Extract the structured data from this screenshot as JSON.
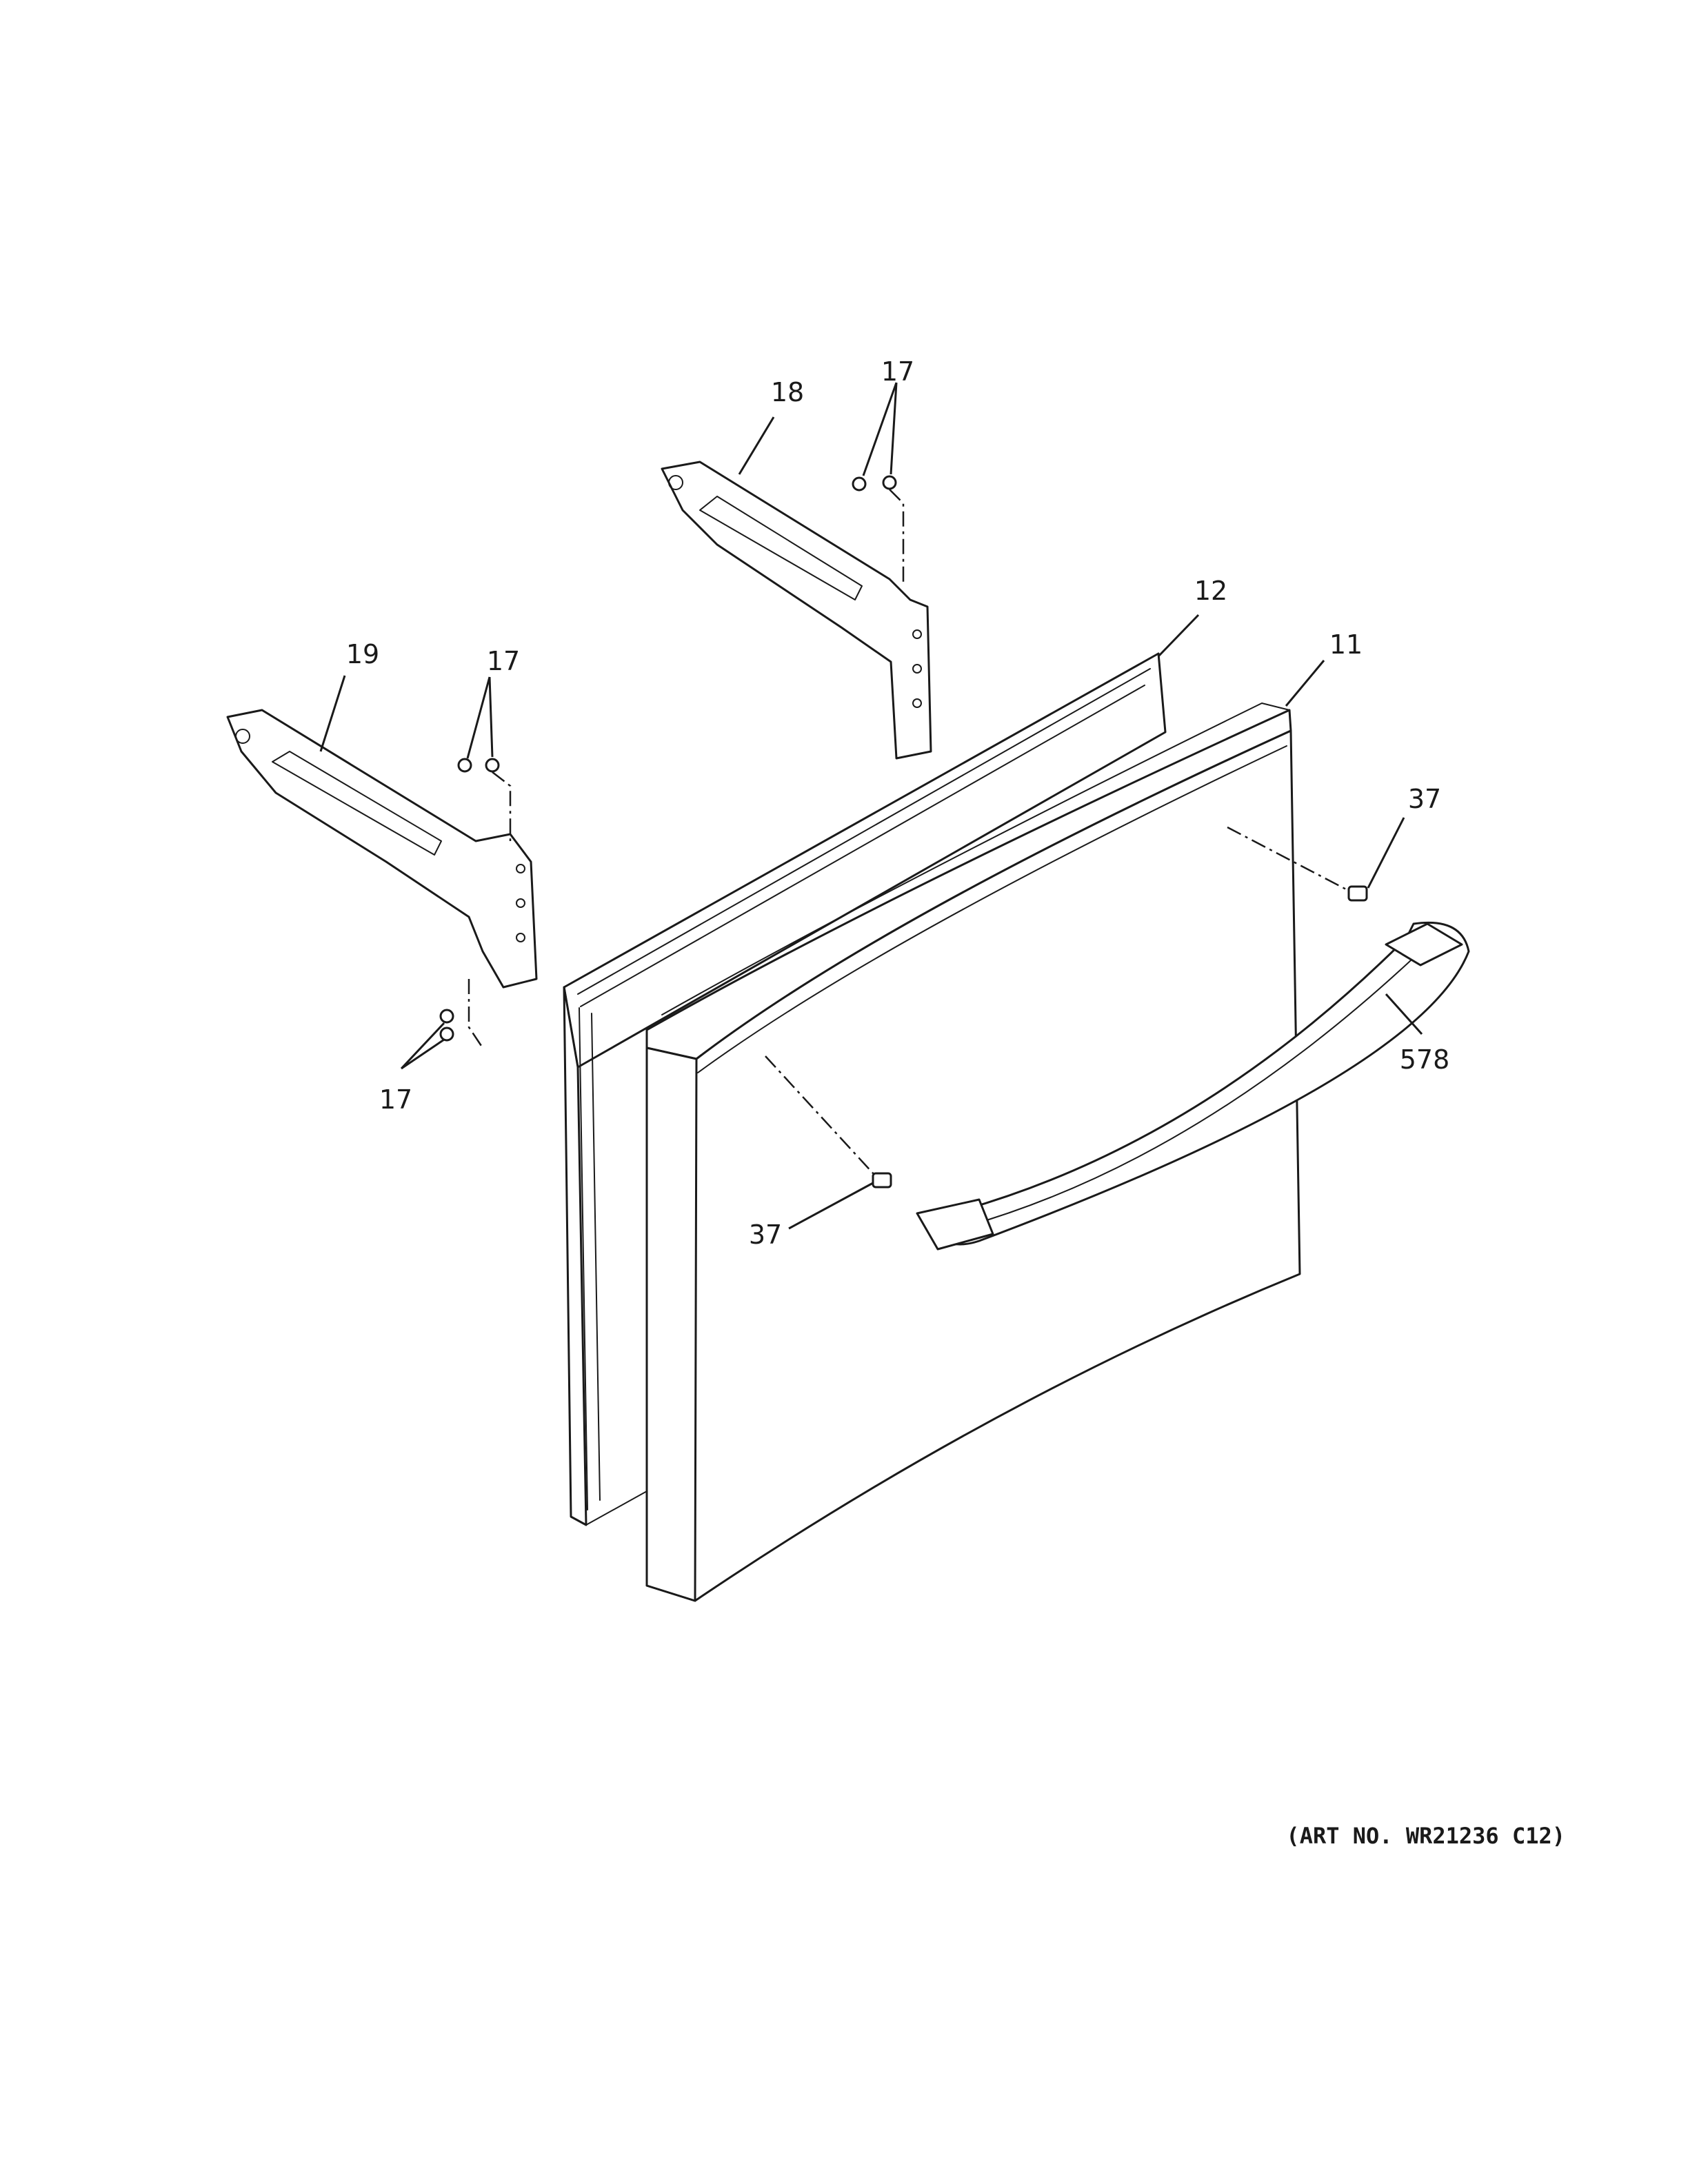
{
  "callouts": {
    "c17_top": "17",
    "c18": "18",
    "c12": "12",
    "c11": "11",
    "c19": "19",
    "c17_mid": "17",
    "c37_right": "37",
    "c578": "578",
    "c17_bottom": "17",
    "c37_left": "37"
  },
  "art_number": "(ART NO. WR21236 C12)"
}
